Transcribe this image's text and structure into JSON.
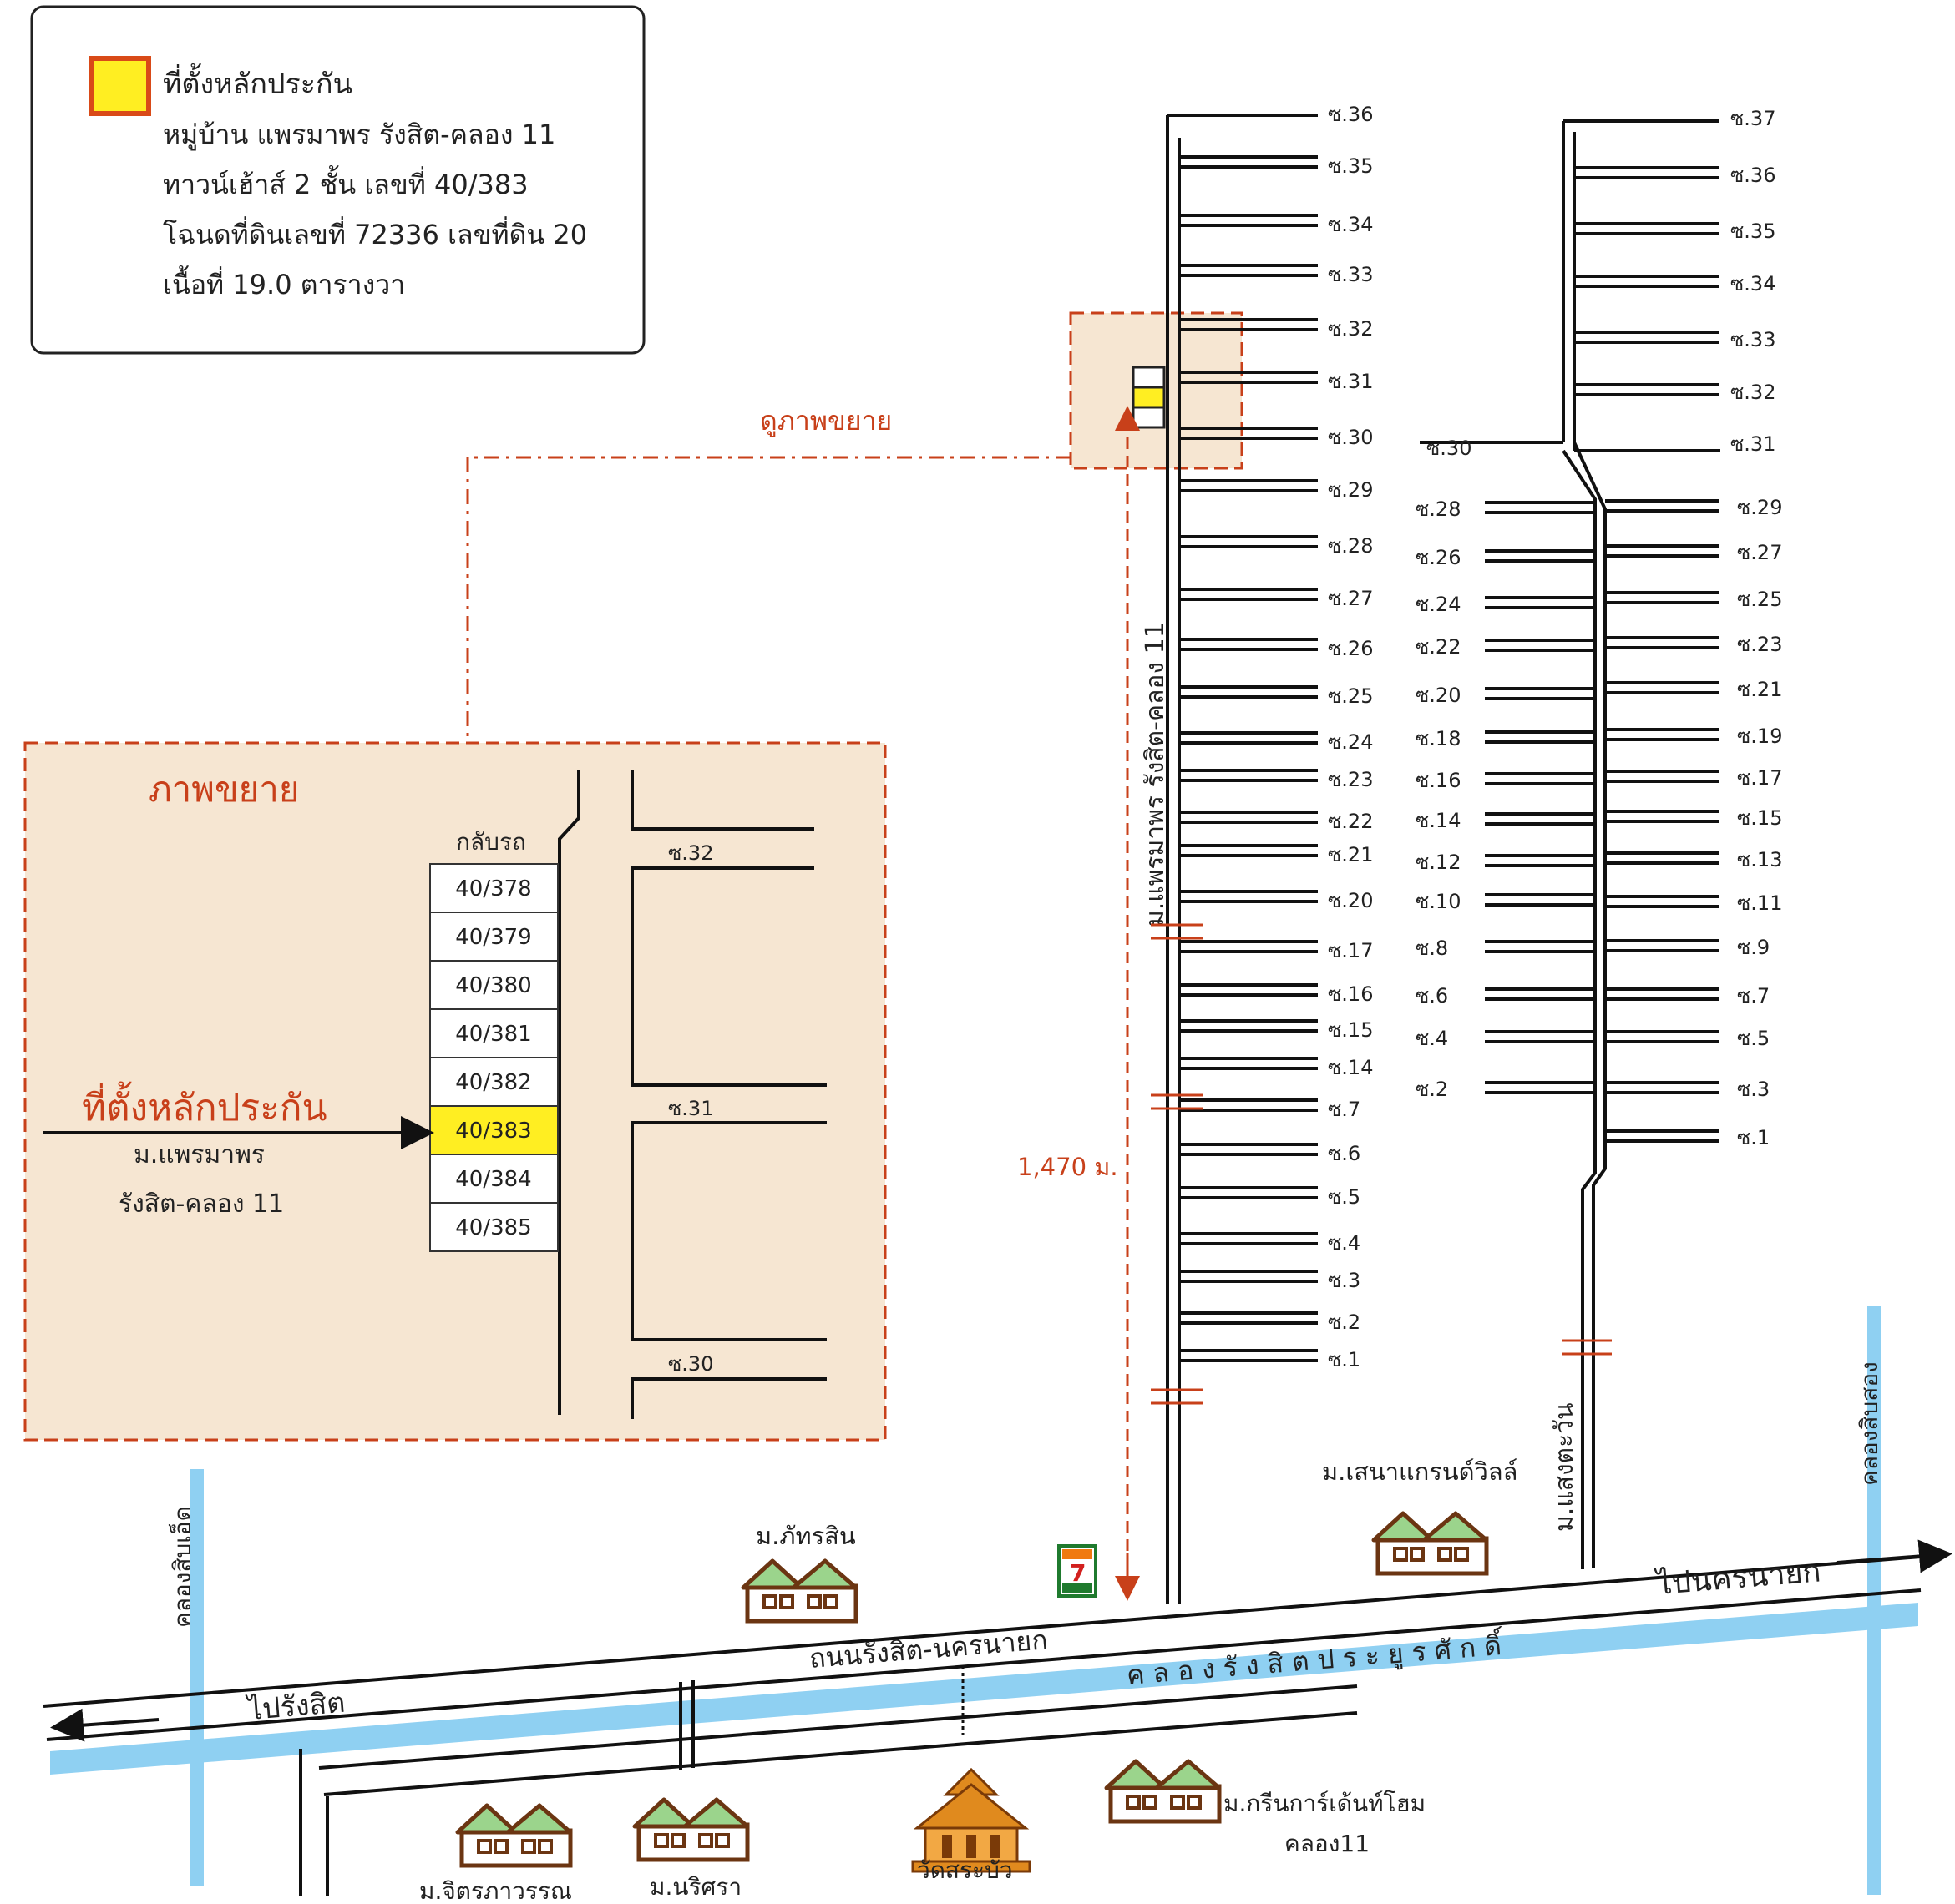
{
  "legend": {
    "line1": "ที่ตั้งหลักประกัน",
    "line2": "หมู่บ้าน แพรมาพร รังสิต-คลอง 11",
    "line3": "ทาวน์เฮ้าส์ 2 ชั้น เลขที่ 40/383",
    "line4": "โฉนดที่ดินเลขที่ 72336 เลขที่ดิน 20",
    "line5": "เนื้อที่ 19.0 ตารางวา",
    "marker_color": "#ffee22"
  },
  "callout": {
    "view_zoom_label": "ดูภาพขยาย",
    "distance_label": "1,470 ม."
  },
  "inset": {
    "title": "ภาพขยาย",
    "turnaround_label": "กลับรถ",
    "plots": [
      "40/378",
      "40/379",
      "40/380",
      "40/381",
      "40/382",
      "40/383",
      "40/384",
      "40/385"
    ],
    "highlight_plot": "40/383",
    "location_label": "ที่ตั้งหลักประกัน",
    "village_line1": "ม.แพรมาพร",
    "village_line2": "รังสิต-คลอง 11",
    "soi_labels": [
      "ซ.32",
      "ซ.31",
      "ซ.30"
    ]
  },
  "village_a": {
    "name": "ม.แพรมาพร รังสิต-คลอง 11",
    "soi_labels": [
      "ซ.36",
      "ซ.35",
      "ซ.34",
      "ซ.33",
      "ซ.32",
      "ซ.31",
      "ซ.30",
      "ซ.29",
      "ซ.28",
      "ซ.27",
      "ซ.26",
      "ซ.25",
      "ซ.24",
      "ซ.23",
      "ซ.22",
      "ซ.21",
      "ซ.20",
      "ซ.17",
      "ซ.16",
      "ซ.15",
      "ซ.14",
      "ซ.7",
      "ซ.6",
      "ซ.5",
      "ซ.4",
      "ซ.3",
      "ซ.2",
      "ซ.1"
    ]
  },
  "village_b": {
    "name": "ม.แสงตะวัน",
    "left_upper_label": "ซ.30",
    "right_upper_labels": [
      "ซ.37",
      "ซ.36",
      "ซ.35",
      "ซ.34",
      "ซ.33",
      "ซ.32",
      "ซ.31"
    ],
    "left_lower_labels": [
      "ซ.28",
      "ซ.26",
      "ซ.24",
      "ซ.22",
      "ซ.20",
      "ซ.18",
      "ซ.16",
      "ซ.14",
      "ซ.12",
      "ซ.10",
      "ซ.8",
      "ซ.6",
      "ซ.4",
      "ซ.2"
    ],
    "right_lower_labels": [
      "ซ.29",
      "ซ.27",
      "ซ.25",
      "ซ.23",
      "ซ.21",
      "ซ.19",
      "ซ.17",
      "ซ.15",
      "ซ.13",
      "ซ.11",
      "ซ.9",
      "ซ.7",
      "ซ.5",
      "ซ.3",
      "ซ.1"
    ]
  },
  "roads": {
    "main_road": "ถนนรังสิต-นครนายก",
    "to_nakhon_nayok": "ไปนครนายก",
    "to_rangsit": "ไปรังสิต",
    "canal_main": "คลองรังสิตประยูรศักดิ์",
    "canal_left": "คลองสิบเอ็ด",
    "canal_right": "คลองสิบสอง"
  },
  "landmarks": {
    "sena": "ม.เสนาแกรนด์วิลล์",
    "phattharasin": "ม.ภัทรสิน",
    "jitraphawan": "ม.จิตรภาวรรณ",
    "narisara": "ม.นริศรา",
    "temple": "วัดสระบัว",
    "green_garden_1": "ม.กรีนการ์เด้นท์โฮม",
    "green_garden_2": "คลอง11",
    "store_logo": "7-Eleven"
  },
  "colors": {
    "accent_red": "#c8401a",
    "inset_bg": "#f6e6d2",
    "canal_blue": "#8fd0f2",
    "house_roof": "#9bd48c",
    "house_frame": "#6b3512",
    "temple": "#e08a1e"
  }
}
